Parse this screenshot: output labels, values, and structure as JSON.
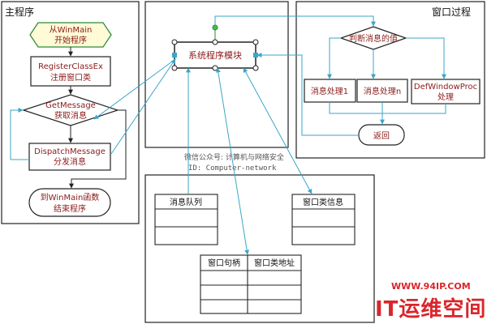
{
  "panels": {
    "main": {
      "title": "主程序"
    },
    "system": {},
    "window_proc": {
      "title": "窗口过程"
    },
    "data": {}
  },
  "main_flow": {
    "start": [
      "从WinMain",
      "开始程序"
    ],
    "register": [
      "RegisterClassEx",
      "注册窗口类"
    ],
    "getmessage": [
      "GetMessage",
      "获取消息"
    ],
    "dispatch": [
      "DispatchMessage",
      "分发消息"
    ],
    "end": [
      "到WinMain函数",
      "结束程序"
    ]
  },
  "system_module": {
    "label": "系统程序模块"
  },
  "watermark": {
    "line1": "微信公众号: 计算机与网络安全",
    "line2": "ID: Computer-network"
  },
  "window_proc": {
    "decision": "判断消息的值",
    "handler1": "消息处理1",
    "handlern": "消息处理n",
    "default_proc": [
      "DefWindowProc",
      "处理"
    ],
    "return": "返回"
  },
  "tables": {
    "message_queue": {
      "header": "消息队列"
    },
    "class_info": {
      "header": "窗口类信息"
    },
    "handle_table": {
      "col1": "窗口句柄",
      "col2": "窗口类地址"
    }
  },
  "branding": {
    "url": "WWW.94IP.COM",
    "name": "IT运维空间"
  },
  "colors": {
    "start_fill": "#fffbd6",
    "start_stroke": "#2f8a3a",
    "node_text": "#8b1a1a",
    "node_stroke": "#222222",
    "arrow_teal": "#3aa6c9",
    "brand_red": "#d9262b"
  }
}
